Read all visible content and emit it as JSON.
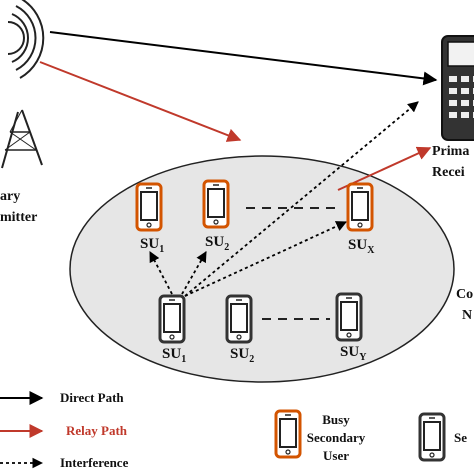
{
  "transmitter": {
    "label_line1": "ary",
    "label_line2": "mitter"
  },
  "receiver": {
    "label_line1": "Prima",
    "label_line2": "Recei"
  },
  "network": {
    "label_line1": "Co",
    "label_line2": "N"
  },
  "busy_users": [
    {
      "main": "SU",
      "sub": "1"
    },
    {
      "main": "SU",
      "sub": "2"
    },
    {
      "main": "SU",
      "sub": "X"
    }
  ],
  "secondary_users": [
    {
      "main": "SU",
      "sub": "1"
    },
    {
      "main": "SU",
      "sub": "2"
    },
    {
      "main": "SU",
      "sub": "Y"
    }
  ],
  "legend": {
    "direct_path": "Direct Path",
    "relay_path": "Relay Path",
    "interference": "Interference",
    "busy_line1": "Busy",
    "busy_line2": "Secondary",
    "busy_line3": "User",
    "other_line1": "Se"
  },
  "colors": {
    "direct": "#000000",
    "relay": "#c0392b",
    "busy_phone": "#d35400",
    "idle_phone": "#333333",
    "network_fill": "#e6e6e6"
  }
}
